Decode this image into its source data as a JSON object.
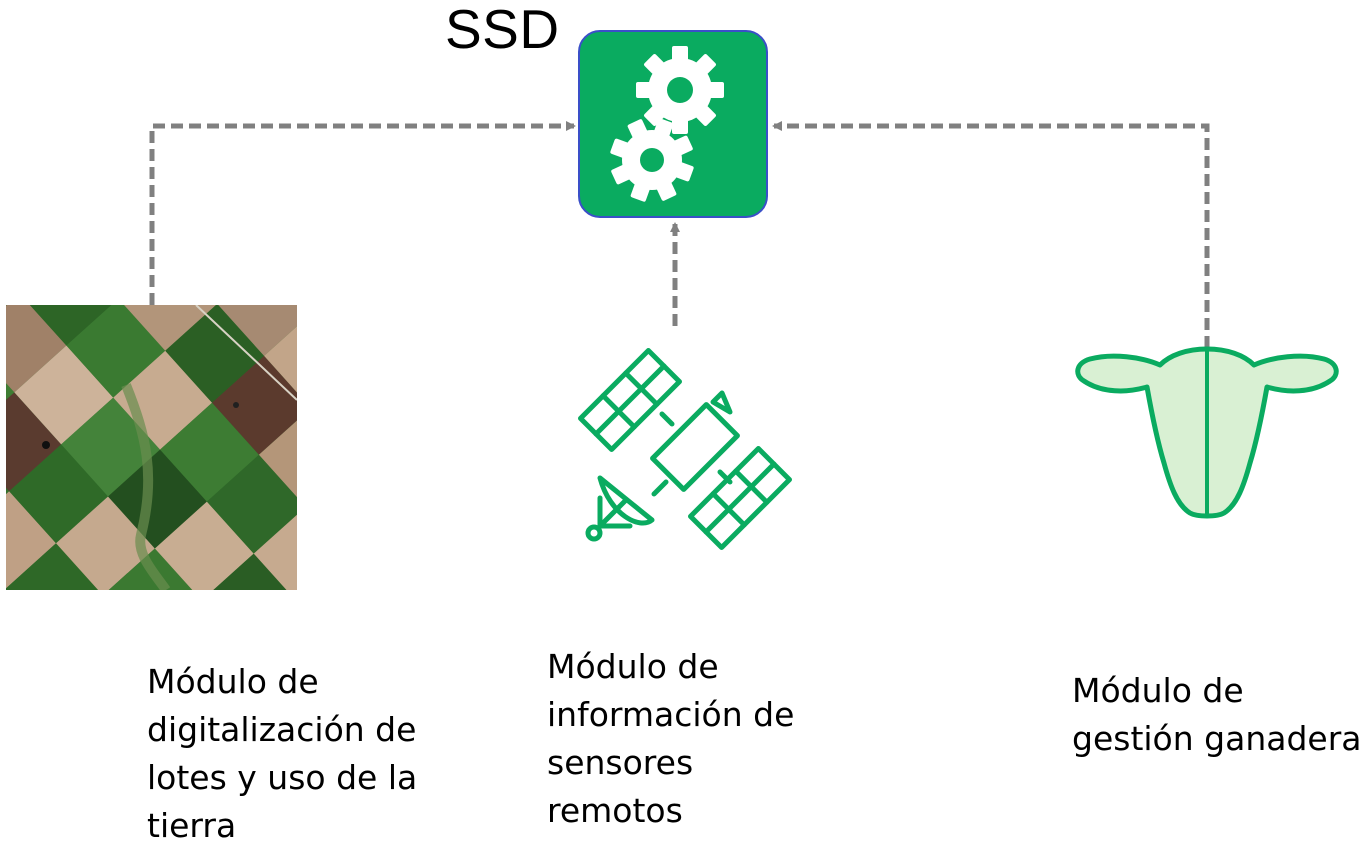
{
  "title": "SSD",
  "modules": [
    {
      "label": "Módulo de\ndigitalización de\nlotes y uso de la\ntierra",
      "icon": "satellite-field-image"
    },
    {
      "label": "Módulo de\ninformación de\nsensores\nremotos",
      "icon": "satellite-icon"
    },
    {
      "label": "Módulo de\ngestión ganadera",
      "icon": "cow-icon"
    }
  ],
  "hub_icon": "gears-icon",
  "colors": {
    "hub_fill": "#0aab60",
    "hub_border": "#3a4fc8",
    "icon_green": "#0aab60",
    "cow_fill": "#d9f0d3",
    "connector": "#808080"
  }
}
